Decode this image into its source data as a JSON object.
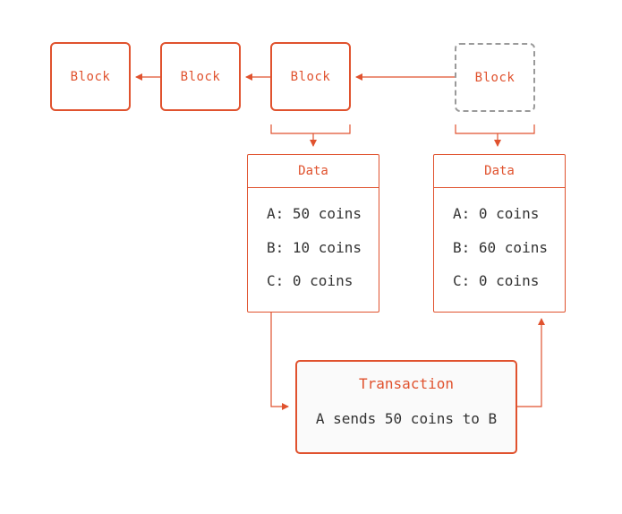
{
  "chain": [
    {
      "label": "Block"
    },
    {
      "label": "Block"
    },
    {
      "label": "Block"
    },
    {
      "label": "Block"
    }
  ],
  "state_before": {
    "title": "Data",
    "rows": [
      "A: 50 coins",
      "B: 10 coins",
      "C: 0 coins"
    ]
  },
  "state_after": {
    "title": "Data",
    "rows": [
      "A: 0 coins",
      "B: 60 coins",
      "C: 0 coins"
    ]
  },
  "transaction": {
    "title": "Transaction",
    "text": "A sends 50 coins to B"
  },
  "colors": {
    "accent": "#e0522e",
    "pending_border": "#9a9a9a",
    "text": "#333333",
    "tx_background": "#fafafa"
  }
}
